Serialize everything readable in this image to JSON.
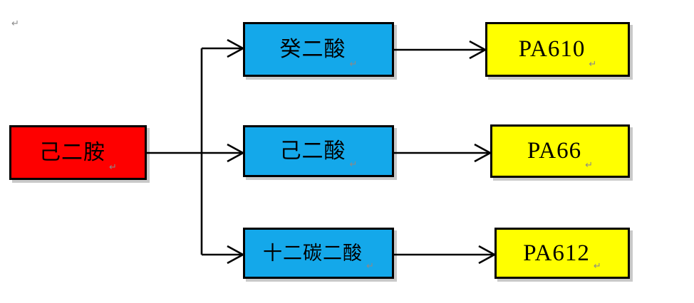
{
  "diagram": {
    "title": "Nylon synthesis routes flowchart",
    "colors": {
      "source": "#fe0000",
      "intermediate": "#14a8ea",
      "product": "#ffff00",
      "border": "#000000",
      "connector": "#000000",
      "pilcrow": "#8a8a8a"
    },
    "source_node": {
      "label": "己二胺",
      "pilcrow": "↵"
    },
    "intermediate_nodes": [
      {
        "label": "癸二酸",
        "pilcrow": "↵"
      },
      {
        "label": "己二酸",
        "pilcrow": "↵"
      },
      {
        "label": "十二碳二酸",
        "pilcrow": "↵"
      }
    ],
    "product_nodes": [
      {
        "label": "PA610",
        "pilcrow": "↵"
      },
      {
        "label": "PA66",
        "pilcrow": "↵"
      },
      {
        "label": "PA612",
        "pilcrow": "↵"
      }
    ],
    "stray_marks": [
      {
        "label": "↵"
      }
    ],
    "connector_names": [
      "source-to-trunk",
      "trunk-vertical",
      "trunk-to-intermediate-1",
      "trunk-to-intermediate-2",
      "trunk-to-intermediate-3",
      "intermediate-1-to-product-1",
      "intermediate-2-to-product-2",
      "intermediate-3-to-product-3"
    ]
  }
}
